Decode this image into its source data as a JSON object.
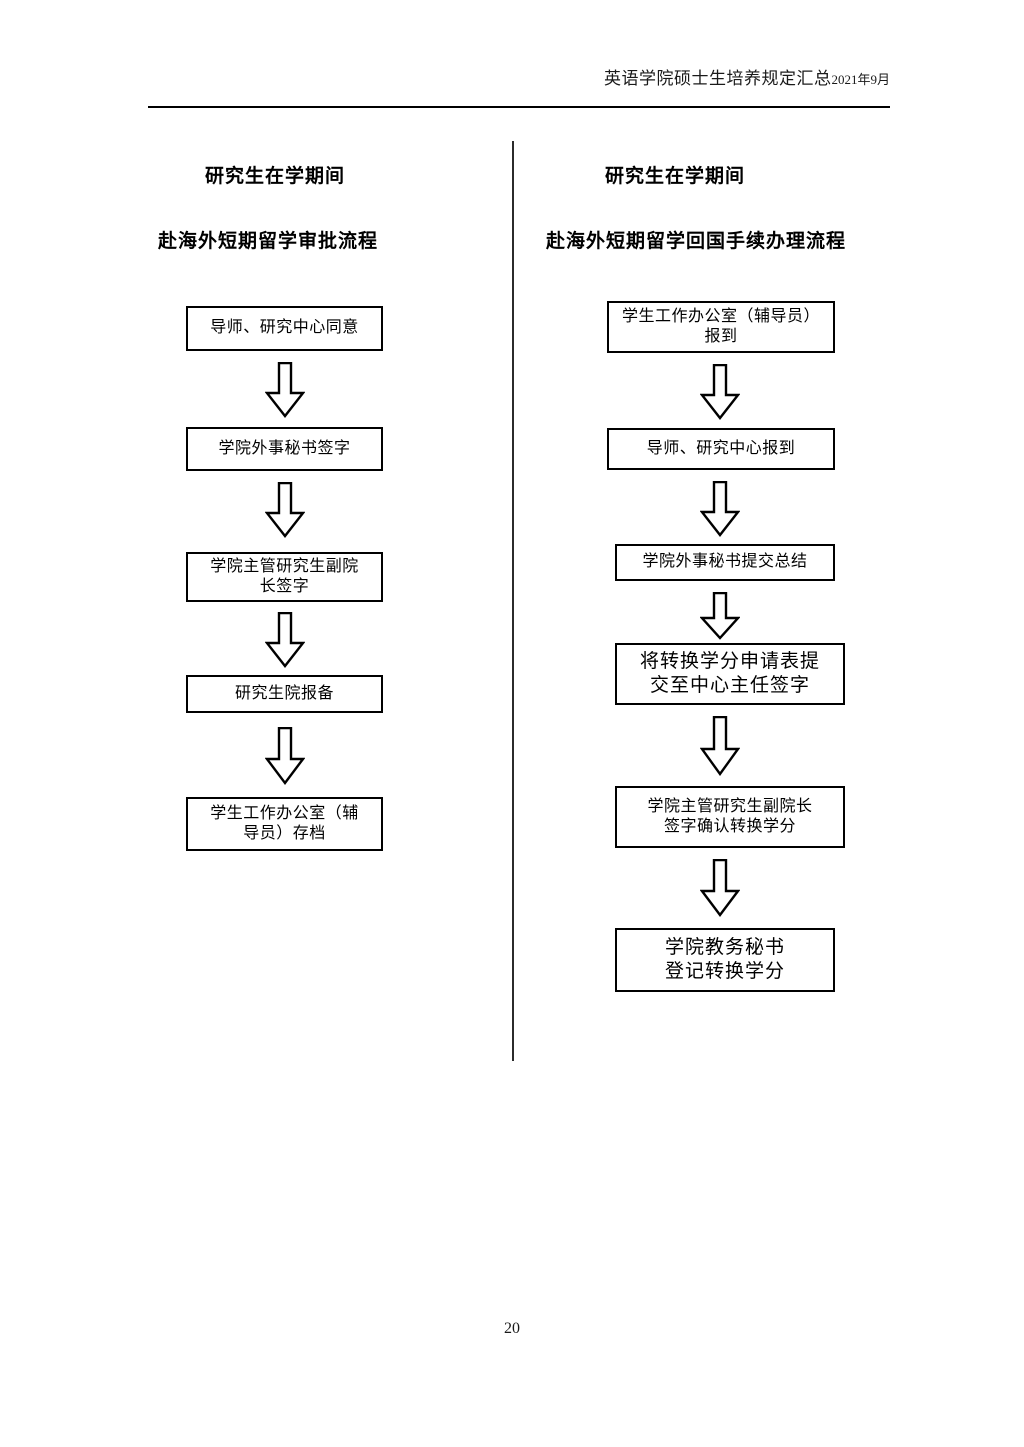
{
  "document": {
    "header_title": "英语学院硕士生培养规定汇总",
    "header_date": "2021年9月",
    "page_number": "20"
  },
  "left_column": {
    "title_line1": "研究生在学期间",
    "title_line2": "赴海外短期留学审批流程",
    "steps": [
      {
        "line1": "导师、研究中心同意",
        "line2": ""
      },
      {
        "line1": "学院外事秘书签字",
        "line2": ""
      },
      {
        "line1": "学院主管研究生副院",
        "line2": "长签字"
      },
      {
        "line1": "研究生院报备",
        "line2": ""
      },
      {
        "line1": "学生工作办公室（辅",
        "line2": "导员）存档"
      }
    ]
  },
  "right_column": {
    "title_line1": "研究生在学期间",
    "title_line2": "赴海外短期留学回国手续办理流程",
    "steps": [
      {
        "line1": "学生工作办公室（辅导员）",
        "line2": "报到"
      },
      {
        "line1": "导师、研究中心报到",
        "line2": ""
      },
      {
        "line1": "学院外事秘书提交总结",
        "line2": ""
      },
      {
        "line1": "将转换学分申请表提",
        "line2": "交至中心主任签字"
      },
      {
        "line1": "学院主管研究生副院长",
        "line2": "签字确认转换学分"
      },
      {
        "line1": "学院教务秘书",
        "line2": "登记转换学分"
      }
    ]
  },
  "arrows": {
    "label": "down-arrow"
  },
  "colors": {
    "ink": "#000000",
    "paper": "#ffffff",
    "divider": "#2b2b2b"
  }
}
